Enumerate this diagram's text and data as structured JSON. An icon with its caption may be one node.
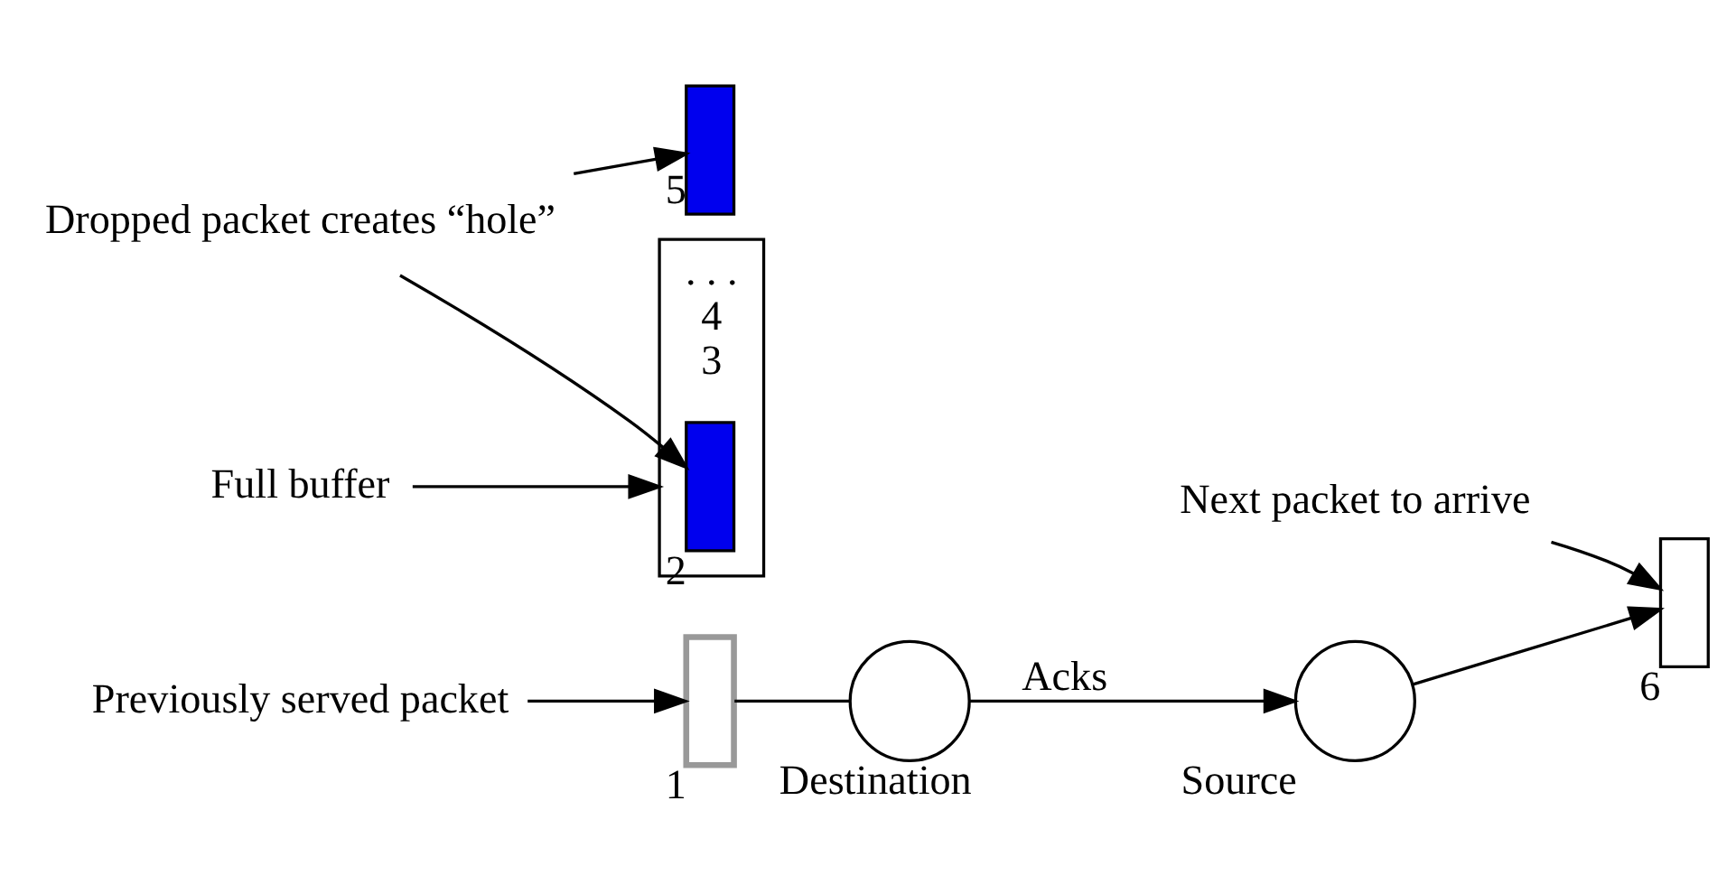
{
  "diagram": {
    "nodes": [
      {
        "text": [],
        "shape": "circle",
        "beside": [
          "Source"
        ]
      },
      {
        "text": [],
        "shape": "box",
        "beside": [
          "6"
        ]
      },
      {
        "text": [],
        "shape": "box",
        "beside": [
          "5"
        ]
      },
      {
        "text": [
          ". . ."
        ],
        "beside": [
          "4",
          "3"
        ]
      },
      {
        "text": [],
        "shape": "box",
        "in": 3,
        "beside": [
          "2"
        ]
      },
      {
        "text": [],
        "shape": "box",
        "beside": [
          "1"
        ]
      },
      {
        "text": [],
        "shape": "circle",
        "beside": [
          "Destination"
        ]
      },
      {
        "text": [
          "Full buffer"
        ]
      },
      {
        "text": [
          "Next packet to arrive"
        ]
      },
      {
        "text": [
          "Dropped packet creates “hole”"
        ]
      },
      {
        "text": [
          "Previously served packet"
        ]
      }
    ],
    "edges": [
      {
        "from": 0,
        "to": 1,
        "arrow": "to"
      },
      {
        "from": 5,
        "to": 6,
        "arrow": "none"
      },
      {
        "from": 6,
        "to": 0,
        "arrow": "to",
        "label": "Acks"
      },
      {
        "from": 7,
        "to": 3,
        "arrow": "to"
      },
      {
        "from": 8,
        "to": 1,
        "arrow": "to"
      },
      {
        "from": 9,
        "to": 2,
        "arrow": "to"
      },
      {
        "from": 9,
        "to": 4,
        "arrow": "to"
      },
      {
        "from": 10,
        "to": 5,
        "arrow": "to"
      }
    ]
  }
}
